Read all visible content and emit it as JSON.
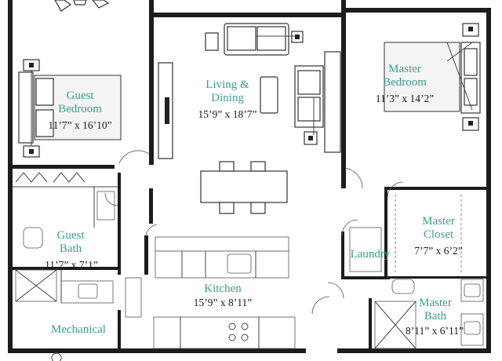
{
  "rooms": {
    "guest_bedroom": {
      "name_line1": "Guest",
      "name_line2": "Bedroom",
      "dims": "11’7” x 16’10”"
    },
    "living_dining": {
      "name_line1": "Living &",
      "name_line2": "Dining",
      "dims": "15’9” x 18’7”"
    },
    "master_bedroom": {
      "name_line1": "Master",
      "name_line2": "Bedroom",
      "dims": "11’3” x 14’2”"
    },
    "guest_bath": {
      "name_line1": "Guest",
      "name_line2": "Bath",
      "dims": "11’7” x 7’1”"
    },
    "kitchen": {
      "name": "Kitchen",
      "dims": "15’9” x 8’11”"
    },
    "laundry": {
      "name": "Laundry"
    },
    "master_closet": {
      "name_line1": "Master",
      "name_line2": "Closet",
      "dims": "7’7” x 6’2”"
    },
    "master_bath": {
      "name_line1": "Master",
      "name_line2": "Bath",
      "dims": "8’11” x 6’11”"
    },
    "mechanical": {
      "name": "Mechanical"
    }
  },
  "colors": {
    "label": "#3aa08c",
    "wall": "#1c1c1c",
    "dims": "#1a1a1a"
  }
}
